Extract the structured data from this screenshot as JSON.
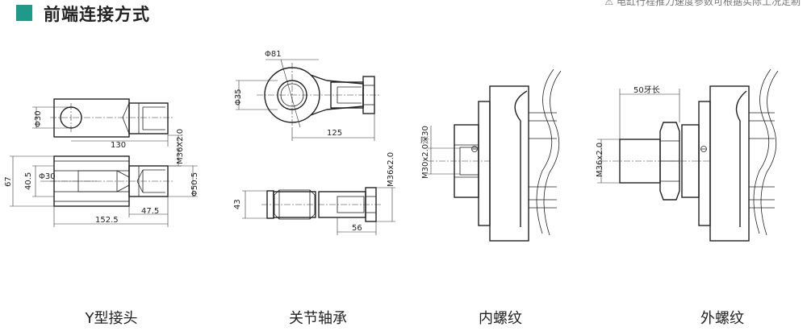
{
  "header": {
    "title": "前端连接方式",
    "note": "⚠ 电缸行程推力速度参数可根据实际工况定制",
    "accent_color": "#1f9a8a"
  },
  "captions": {
    "y_joint": "Y型接头",
    "rod_end_bearing": "关节轴承",
    "internal_thread": "内螺纹",
    "external_thread": "外螺纹"
  },
  "dimensions": {
    "y_joint": {
      "pin_dia_top": "Φ30",
      "length_130": "130",
      "thread": "M36X2.0",
      "height_67": "67",
      "inner_40_5": "40.5",
      "pin_dia": "Φ30",
      "dia_50_5": "Φ50.5",
      "len_47_5": "47.5",
      "len_152_5": "152.5"
    },
    "rod_end": {
      "dia_81": "Φ81",
      "dia_35": "Φ35",
      "len_125": "125",
      "thread": "M36x2.0",
      "height_43": "43",
      "len_56": "56"
    },
    "internal_thread": {
      "thread": "M30x2.0深30"
    },
    "external_thread": {
      "thread_len": "50牙长",
      "thread": "M36x2.0"
    }
  }
}
